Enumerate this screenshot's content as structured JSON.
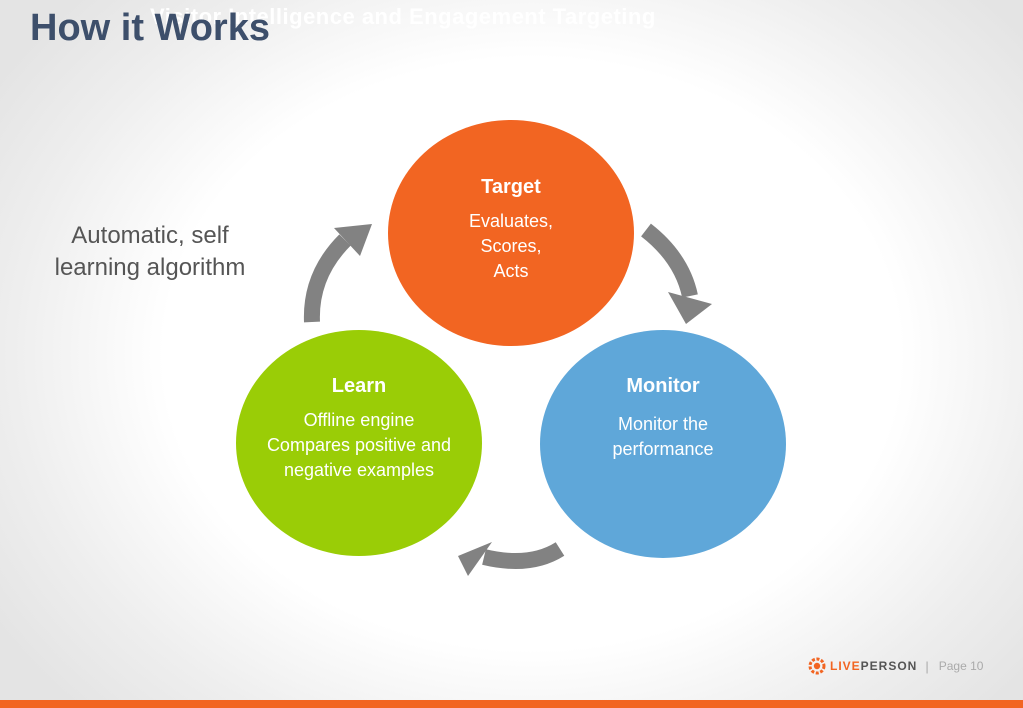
{
  "header": {
    "faint_title": "Visitor Intelligence and Engagement Targeting",
    "title": "How it Works"
  },
  "side_note": {
    "line1": "Automatic, self",
    "line2": "learning algorithm"
  },
  "cycle": {
    "target": {
      "title": "Target",
      "line1": "Evaluates,",
      "line2": "Scores,",
      "line3": "Acts",
      "color": "#f26522"
    },
    "monitor": {
      "title": "Monitor",
      "line1": "Monitor the",
      "line2": "performance",
      "color": "#5fa7d9"
    },
    "learn": {
      "title": "Learn",
      "line1": "Offline engine",
      "line2": "Compares positive and",
      "line3": "negative examples",
      "color": "#9acd06"
    },
    "arrow_color": "#828282"
  },
  "footer": {
    "logo_live": "LIVE",
    "logo_person": "PERSON",
    "separator": "|",
    "page_label": "Page 10"
  },
  "colors": {
    "title": "#3d4f6b",
    "accent_bar": "#f26522"
  }
}
